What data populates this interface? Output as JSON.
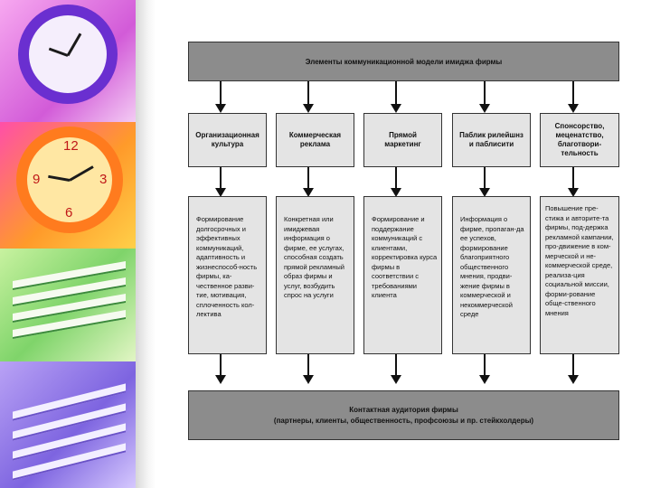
{
  "header": {
    "title": "Элементы коммуникационной модели имиджа фирмы"
  },
  "categories": [
    {
      "label": "Организационная культура"
    },
    {
      "label": "Коммерческая реклама"
    },
    {
      "label": "Прямой маркетинг"
    },
    {
      "label": "Паблик рилейшнз и паблисити"
    },
    {
      "label": "Спонсорство, меценатство, благотвори-тельность"
    }
  ],
  "descriptions": [
    "Формирование долгосрочных и эффективных коммуникаций, адаптивность и жизнеспособ-ность фирмы, ка-чественное разви-тие, мотивация, сплоченность кол-лектива",
    "Конкретная или имиджевая информация о фирме, ее услугах, способная создать прямой рекламный образ фирмы и услуг, возбудить спрос на услуги",
    "Формирование и поддержание коммуникаций с клиентами, корректировка курса фирмы в соответствии с требованиями клиента",
    "Информация о фирме, пропаган-да ее успехов, формирование благоприятного общественного мнения, продви-жение фирмы в коммерческой и некоммерческой среде",
    "Повышение пре-стижа и авторите-та фирмы, под-держка рекламной кампании, про-движение в ком-мерческой и не-коммерческой среде, реализа-ция социальной миссии, форми-рование обще-ственного мнения"
  ],
  "footer": {
    "line1": "Контактная аудитория фирмы",
    "line2": "(партнеры, клиенты, общественность, профсоюзы и пр. стейкхолдеры)"
  },
  "colors": {
    "header_box": "#8c8c8c",
    "category_box": "#e4e4e4",
    "arrow": "#111111"
  }
}
